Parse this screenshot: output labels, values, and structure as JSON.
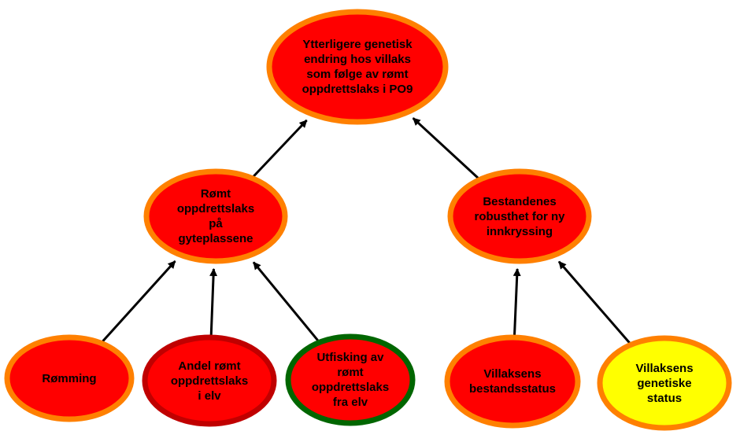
{
  "diagram": {
    "nodes": [
      {
        "id": "top",
        "label": "Ytterligere genetisk\nendring hos villaks\nsom følge av rømt\noppdrettslaks i PO9",
        "fill": "#ff0000",
        "stroke": "#ff8000"
      },
      {
        "id": "gyte",
        "label": "Rømt\noppdrettslaks\npå\ngyteplassene",
        "fill": "#ff0000",
        "stroke": "#ff8000"
      },
      {
        "id": "robust",
        "label": "Bestandenes\nrobusthet for ny\ninnkryssing",
        "fill": "#ff0000",
        "stroke": "#ff8000"
      },
      {
        "id": "romming",
        "label": "Rømming",
        "fill": "#ff0000",
        "stroke": "#ff8000"
      },
      {
        "id": "andel",
        "label": "Andel rømt\noppdrettslaks\ni elv",
        "fill": "#ff0000",
        "stroke": "#c00000"
      },
      {
        "id": "utfisking",
        "label": "Utfisking av\nrømt\noppdrettslaks\nfra elv",
        "fill": "#ff0000",
        "stroke": "#006600"
      },
      {
        "id": "bestand",
        "label": "Villaksens\nbestandsstatus",
        "fill": "#ff0000",
        "stroke": "#ff8000"
      },
      {
        "id": "genetisk",
        "label": "Villaksens\ngenetiske\nstatus",
        "fill": "#ffff00",
        "stroke": "#ff8000"
      }
    ],
    "edges": [
      {
        "from": "gyte",
        "to": "top"
      },
      {
        "from": "robust",
        "to": "top"
      },
      {
        "from": "romming",
        "to": "gyte"
      },
      {
        "from": "andel",
        "to": "gyte"
      },
      {
        "from": "utfisking",
        "to": "gyte"
      },
      {
        "from": "bestand",
        "to": "robust"
      },
      {
        "from": "genetisk",
        "to": "robust"
      }
    ]
  }
}
